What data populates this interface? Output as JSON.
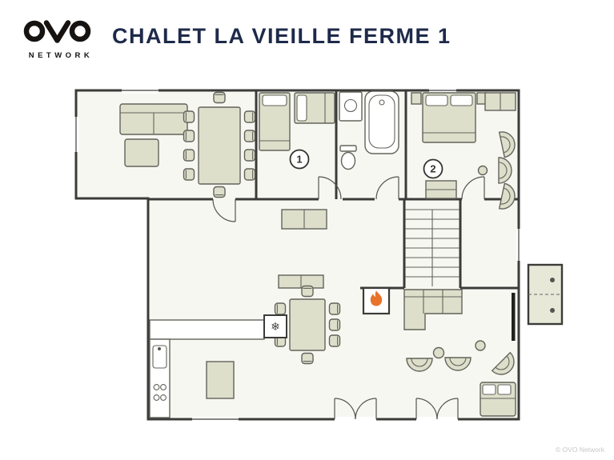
{
  "header": {
    "logo": {
      "text": "OVO",
      "subtext": "NETWORK"
    },
    "title": "CHALET LA VIEILLE FERME 1"
  },
  "plan": {
    "room_labels": [
      {
        "label": "1"
      },
      {
        "label": "2"
      }
    ],
    "icons": [
      {
        "name": "flame-icon"
      },
      {
        "name": "snowflake-icon",
        "glyph": "❄"
      }
    ]
  },
  "colors": {
    "title_navy": "#1E2A4A",
    "wall_charcoal": "#3B3B39",
    "floor_offwhite": "#F7F7F2",
    "furniture_beige": "#DDDFCB",
    "furniture_outline": "#63635B",
    "flame_orange": "#E8732A",
    "logo_black": "#161310",
    "watermark_gray": "#C8C8C5"
  },
  "footer": {
    "copyright": "© OVO Network"
  }
}
